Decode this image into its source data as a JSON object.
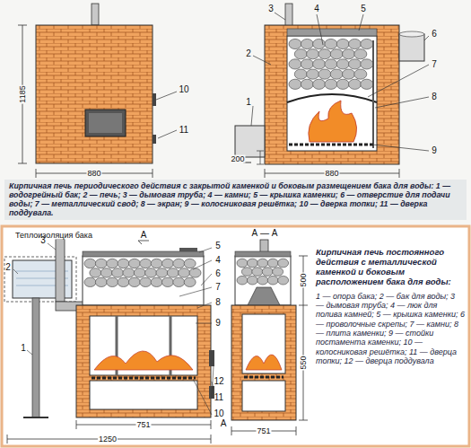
{
  "diagram": {
    "nodes": [
      {
        "text": [
          "Кирпичная печь периодического действия с закрытой каменкой и боковым размещением бака для воды: 1 — водогрейный бак; 2 — печь; 3 — дымовая труба; 4 — камни; 5 — крышка каменки; 6 — отверстие для подачи воды; 7 — металлический свод; 8 — экран; 9 — колосниковая решётка; 10 — дверка топки; 11 — дверка поддувала."
        ]
      }
    ],
    "labels": [
      "1185",
      "880",
      "10",
      "11",
      "3",
      "2",
      "4",
      "5",
      "6",
      "7",
      "8",
      "9",
      "1",
      "200",
      "880",
      "Теплоизоляция бака",
      "А",
      "5",
      "4",
      "3",
      "2",
      "6",
      "7",
      "8",
      "1",
      "9",
      "12",
      "11",
      "10",
      "А",
      "751",
      "1250",
      "А — А",
      "500",
      "550",
      "751",
      "Кирпичная печь постоянного действия с металлической каменкой и боковым расположением бака для воды:",
      "1 — опора бака; 2 — бак для воды; 3 — дымовая труба; 4 — люк для полива камней; 5 — крышка каменки; 6 — проволочные скрепы; 7 — камни; 8 — плита каменки; 9 — стойки постамента каменки; 10 — колосниковая решётка; 11 — дверца топки; 12 — дверца поддувала"
    ]
  }
}
